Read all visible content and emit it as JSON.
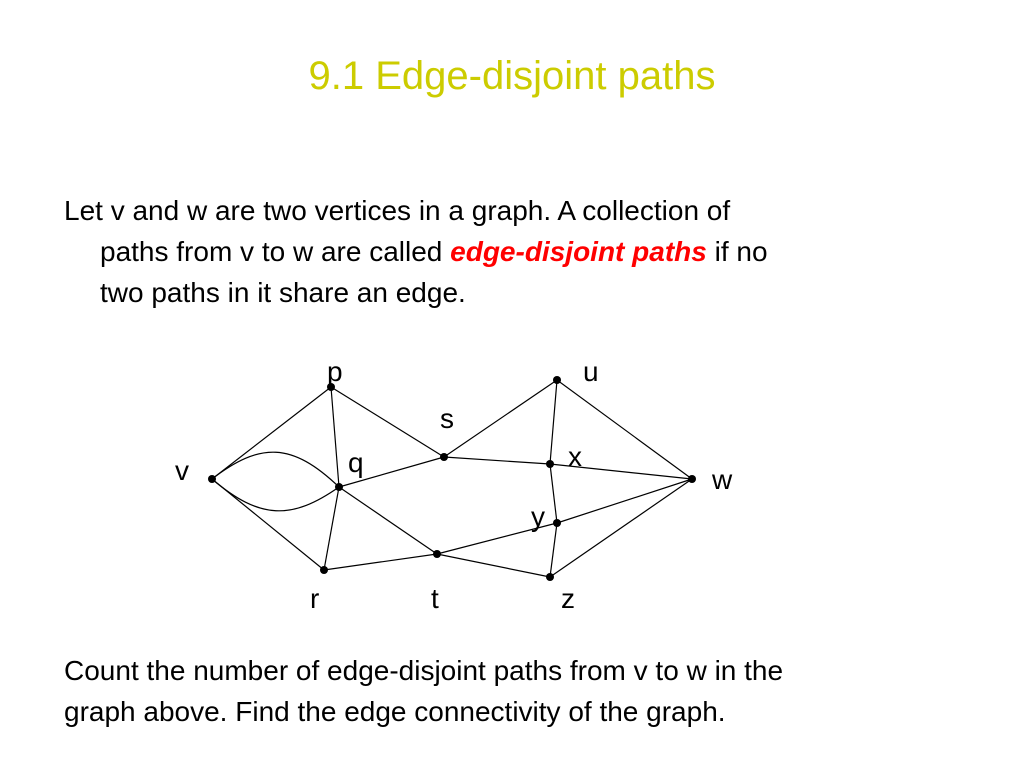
{
  "title": "9.1 Edge-disjoint paths",
  "intro": {
    "line1": "Let v and w are two vertices in a graph. A collection of",
    "line2_before": "paths from v to w are called ",
    "line2_term": "edge-disjoint paths",
    "line2_after": " if  no",
    "line3": "two paths in it share an edge."
  },
  "graph": {
    "vertices": [
      {
        "id": "v",
        "label": "v"
      },
      {
        "id": "p",
        "label": "p"
      },
      {
        "id": "q",
        "label": "q"
      },
      {
        "id": "r",
        "label": "r"
      },
      {
        "id": "s",
        "label": "s"
      },
      {
        "id": "t",
        "label": "t"
      },
      {
        "id": "u",
        "label": "u"
      },
      {
        "id": "x",
        "label": "x"
      },
      {
        "id": "y",
        "label": "y"
      },
      {
        "id": "z",
        "label": "z"
      },
      {
        "id": "w",
        "label": "w"
      }
    ],
    "edges": [
      [
        "v",
        "p"
      ],
      [
        "v",
        "q"
      ],
      [
        "v",
        "q"
      ],
      [
        "v",
        "r"
      ],
      [
        "p",
        "q"
      ],
      [
        "p",
        "s"
      ],
      [
        "q",
        "s"
      ],
      [
        "q",
        "r"
      ],
      [
        "q",
        "t"
      ],
      [
        "r",
        "t"
      ],
      [
        "s",
        "x"
      ],
      [
        "s",
        "u"
      ],
      [
        "u",
        "x"
      ],
      [
        "u",
        "w"
      ],
      [
        "x",
        "y"
      ],
      [
        "x",
        "w"
      ],
      [
        "t",
        "y"
      ],
      [
        "t",
        "z"
      ],
      [
        "y",
        "z"
      ],
      [
        "y",
        "w"
      ],
      [
        "z",
        "w"
      ]
    ]
  },
  "question": {
    "line1": "Count the number of edge-disjoint paths from v to w in  the",
    "line2": "graph above. Find the edge connectivity of the graph."
  },
  "colors": {
    "title": "#cccc00",
    "term": "#ff0000",
    "text": "#000000"
  }
}
